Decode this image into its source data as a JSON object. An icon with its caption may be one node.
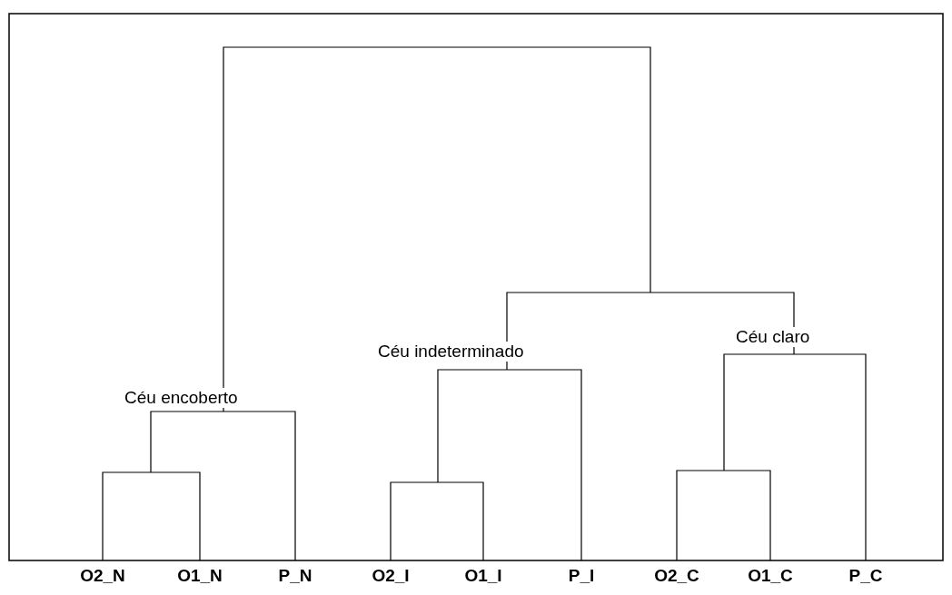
{
  "diagram": {
    "labels": [
      "Céu encoberto",
      "Céu indeterminado",
      "Céu claro",
      "O2_N",
      "O1_N",
      "P_N",
      "O2_I",
      "O1_I",
      "P_I",
      "O2_C",
      "O1_C",
      "P_C"
    ]
  }
}
